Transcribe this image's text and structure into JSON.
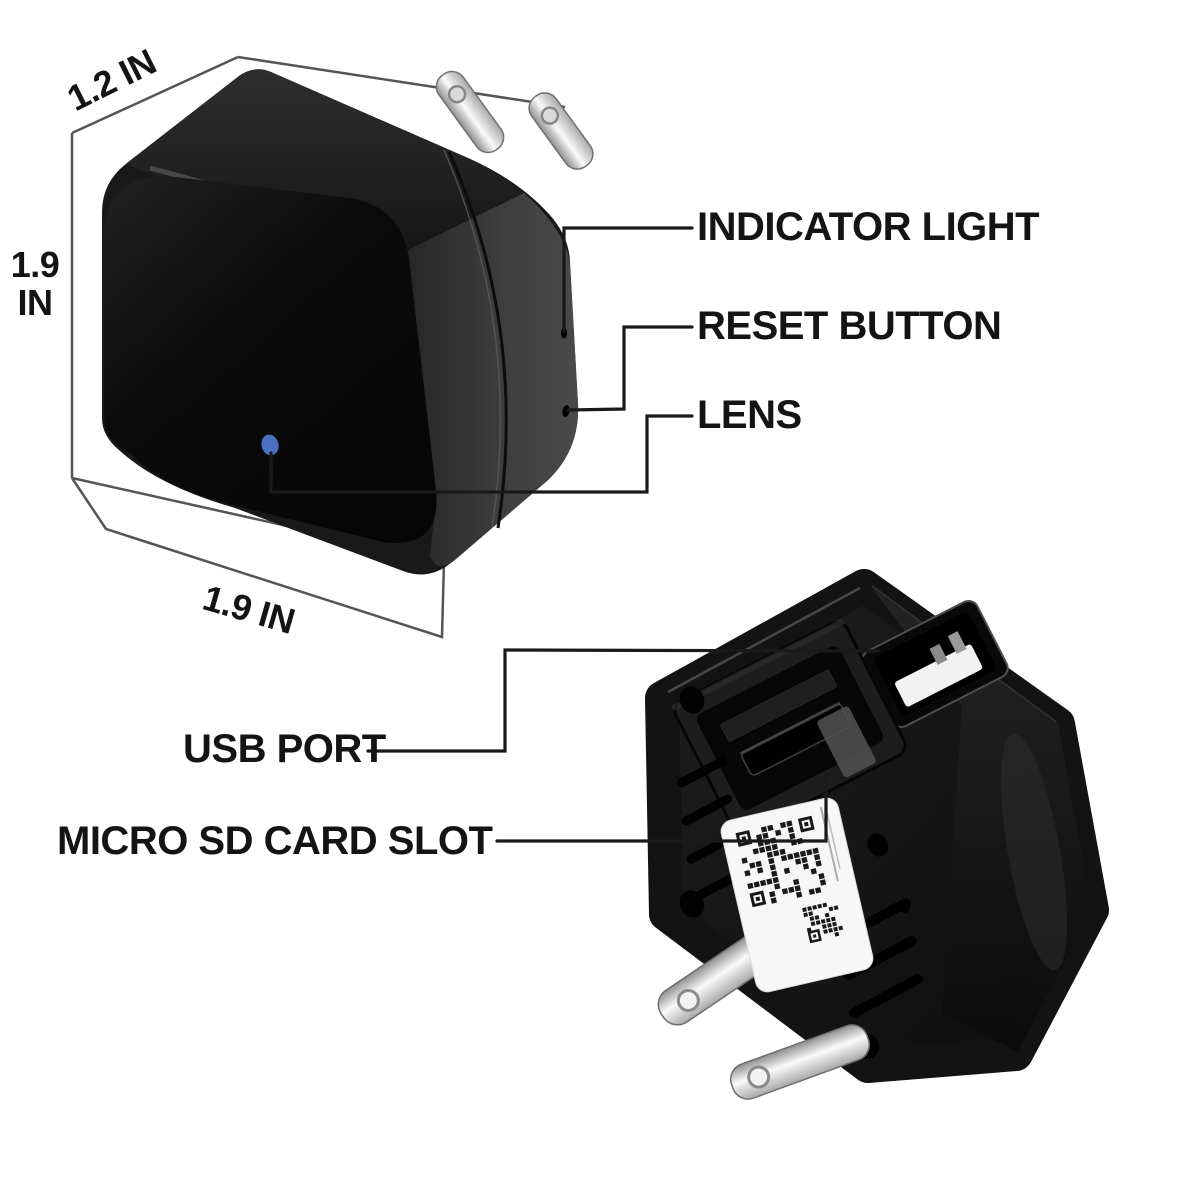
{
  "colors": {
    "background": "#ffffff",
    "label_text": "#141414",
    "leader_line": "#1a1a1a",
    "dimension_line": "#555555",
    "lens_blue": "#4a70c0",
    "device_body_black": "#131313",
    "prong_metal": "#e8e8e8",
    "sticker_white": "#f7f7f7"
  },
  "front_view": {
    "dimension_labels": {
      "depth": "1.2 IN",
      "height_line1": "1.9",
      "height_line2": "IN",
      "width": "1.9 IN"
    },
    "callouts": [
      {
        "label": "INDICATOR LIGHT"
      },
      {
        "label": "RESET BUTTON"
      },
      {
        "label": "LENS"
      }
    ]
  },
  "rear_view": {
    "callouts": [
      {
        "label": "USB PORT"
      },
      {
        "label": "MICRO SD CARD SLOT"
      }
    ]
  }
}
